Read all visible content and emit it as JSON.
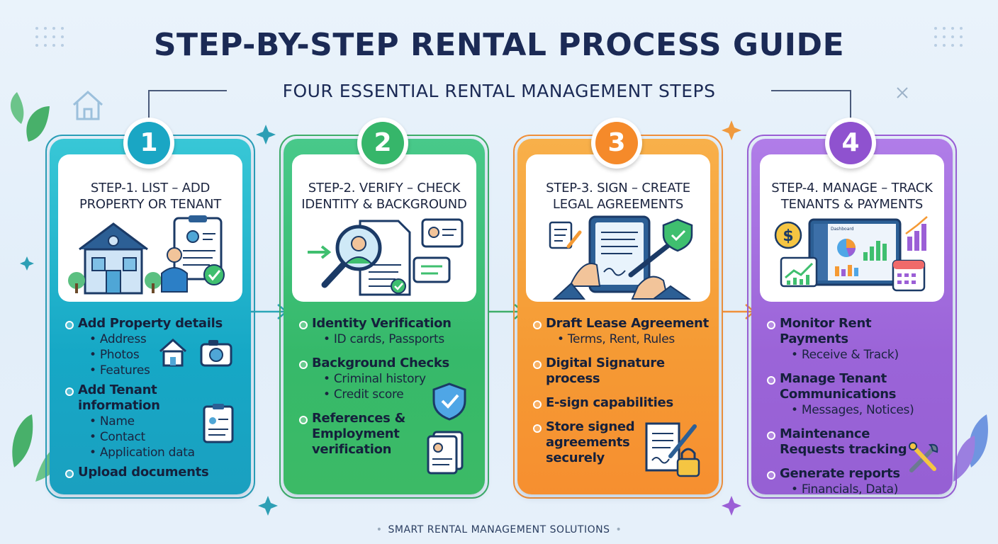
{
  "header": {
    "title": "STEP-BY-STEP RENTAL PROCESS GUIDE",
    "subtitle": "FOUR ESSENTIAL RENTAL MANAGEMENT STEPS"
  },
  "footer": {
    "text": "SMART RENTAL MANAGEMENT SOLUTIONS"
  },
  "colors": {
    "step1": "#19b4c9",
    "step2": "#3fbf6f",
    "step3": "#f5902e",
    "step4": "#9b5fd6",
    "title": "#1b2a55"
  },
  "steps": [
    {
      "number": "1",
      "title_line1": "STEP-1. LIST – ADD",
      "title_line2": "PROPERTY OR TENANT",
      "icons": [
        "house-icon",
        "clipboard-icon",
        "person-icon",
        "checkmark-icon",
        "camera-icon"
      ],
      "items": [
        {
          "label": "Add Property details",
          "subs": [
            "Address",
            "Photos",
            "Features"
          ]
        },
        {
          "label": "Add Tenant information",
          "subs": [
            "Name",
            "Contact",
            "Application data"
          ]
        },
        {
          "label": "Upload documents",
          "subs": []
        }
      ]
    },
    {
      "number": "2",
      "title_line1": "STEP-2. VERIFY – CHECK",
      "title_line2": "IDENTITY & BACKGROUND",
      "icons": [
        "magnifier-icon",
        "document-icon",
        "id-card-icon",
        "shield-check-icon"
      ],
      "items": [
        {
          "label": "Identity Verification",
          "subs": [
            "ID cards, Passports"
          ]
        },
        {
          "label": "Background Checks",
          "subs": [
            "Criminal history",
            "Credit score"
          ]
        },
        {
          "label": "References & Employment verification",
          "subs": []
        }
      ]
    },
    {
      "number": "3",
      "title_line1": "STEP-3. SIGN – CREATE",
      "title_line2": "LEGAL AGREEMENTS",
      "icons": [
        "tablet-icon",
        "pen-icon",
        "shield-check-icon",
        "lock-icon"
      ],
      "items": [
        {
          "label": "Draft Lease Agreement",
          "subs": [
            "Terms, Rent, Rules"
          ]
        },
        {
          "label": "Digital Signature process",
          "subs": []
        },
        {
          "label": "E-sign capabilities",
          "subs": []
        },
        {
          "label": "Store signed agreements securely",
          "subs": []
        }
      ]
    },
    {
      "number": "4",
      "title_line1": "STEP-4. MANAGE – TRACK",
      "title_line2": "TENANTS & PAYMENTS",
      "dashboard_label": "Dashboard",
      "icons": [
        "dollar-coin-icon",
        "dashboard-icon",
        "calendar-icon",
        "bar-chart-icon",
        "tools-icon"
      ],
      "items": [
        {
          "label": "Monitor Rent Payments",
          "subs": [
            "Receive & Track)"
          ]
        },
        {
          "label": "Manage Tenant Communications",
          "subs": [
            "Messages, Notices)"
          ]
        },
        {
          "label": "Maintenance Requests tracking",
          "subs": []
        },
        {
          "label": "Generate reports",
          "subs": [
            "Financials, Data)"
          ]
        }
      ]
    }
  ]
}
